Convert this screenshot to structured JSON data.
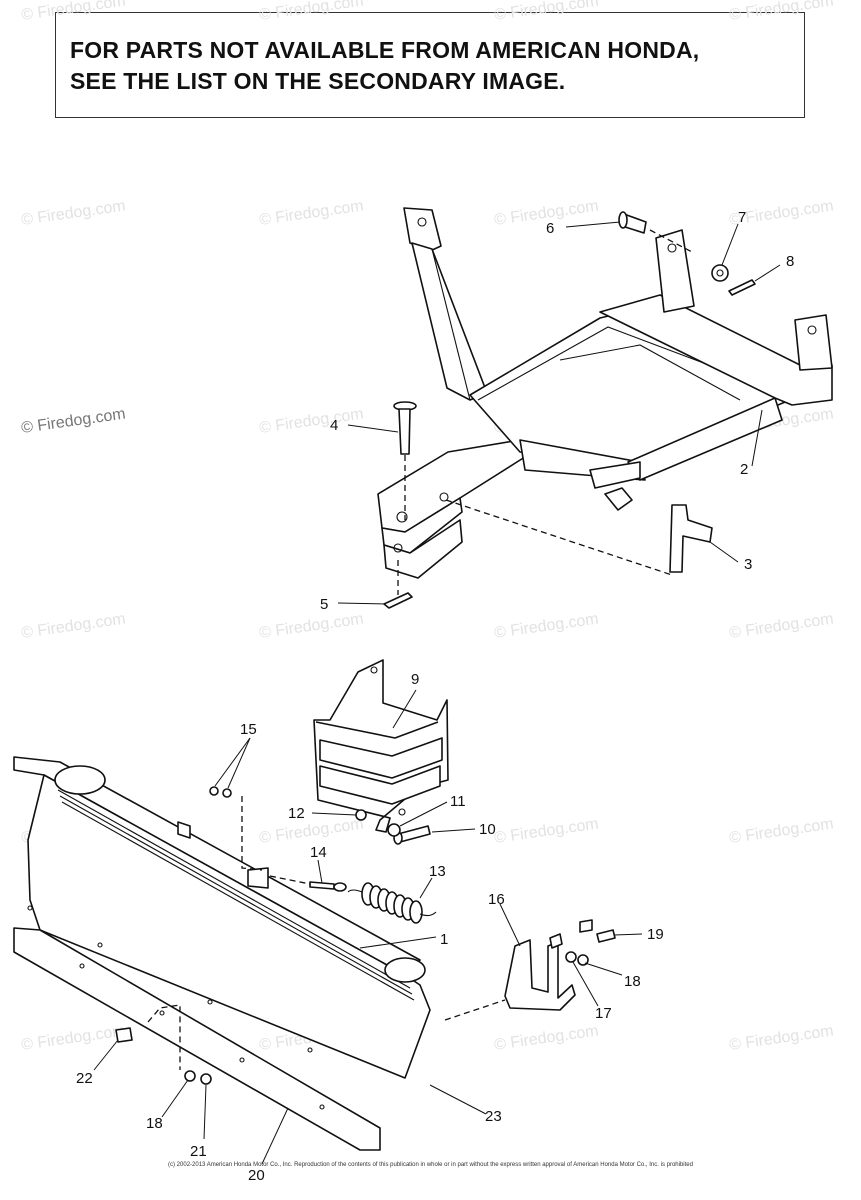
{
  "notice": {
    "line1": "FOR PARTS NOT AVAILABLE FROM AMERICAN HONDA,",
    "line2": "SEE THE LIST ON THE SECONDARY IMAGE."
  },
  "watermark": "© Firedog.com",
  "callouts": {
    "p1": "1",
    "p2": "2",
    "p3": "3",
    "p4": "4",
    "p5": "5",
    "p6": "6",
    "p7": "7",
    "p8": "8",
    "p9": "9",
    "p10": "10",
    "p11": "11",
    "p12": "12",
    "p13": "13",
    "p14": "14",
    "p15": "15",
    "p16": "16",
    "p17": "17",
    "p18a": "18",
    "p18b": "18",
    "p19": "19",
    "p20": "20",
    "p21": "21",
    "p22": "22",
    "p23": "23"
  },
  "footer": {
    "copyright": "(c) 2002-2013 American Honda Motor Co., Inc. Reproduction of the contents of this publication in whole or in part without the express written approval of American Honda Motor Co., Inc. is prohibited"
  },
  "colors": {
    "ink": "#111111",
    "watermark": "#e2e2e2",
    "background": "#ffffff"
  }
}
